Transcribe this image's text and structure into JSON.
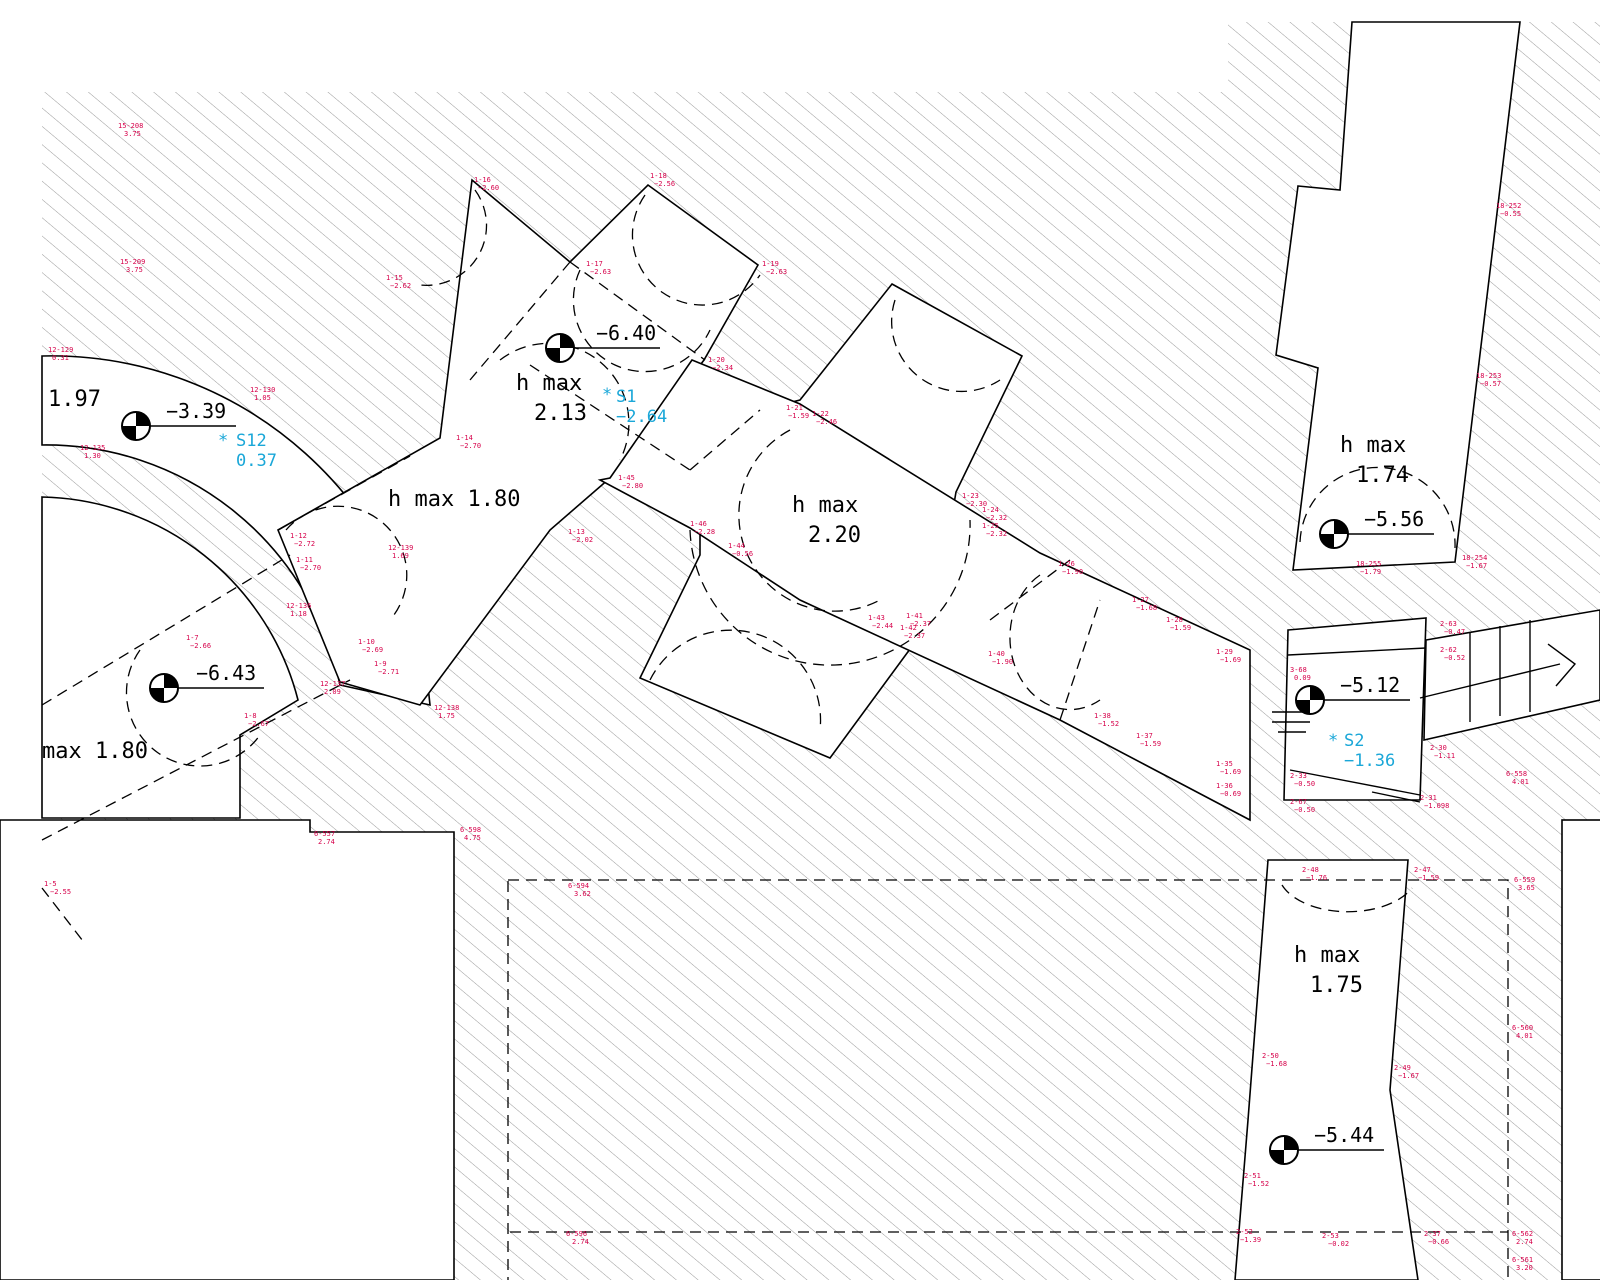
{
  "colors": {
    "hatch": "#9a9a9a",
    "lines": "#000000",
    "survey_points": "#d6004a",
    "station_labels": "#1aa7d8"
  },
  "height_labels": {
    "left_arc": "1.97",
    "left_bottom": "max  1.80",
    "center_left": "h  max  1.80",
    "chamber_1_h": "h  max",
    "chamber_1_v": "2.13",
    "chamber_2_h": "h  max",
    "chamber_2_v": "2.20",
    "right_top_h": "h  max",
    "right_top_v": "1.74",
    "right_bottom_h": "h  max",
    "right_bottom_v": "1.75"
  },
  "benchmarks": [
    {
      "id": "bm-1",
      "value": "−6.40"
    },
    {
      "id": "bm-2",
      "value": "−3.39"
    },
    {
      "id": "bm-3",
      "value": "−6.43"
    },
    {
      "id": "bm-4",
      "value": "−5.56"
    },
    {
      "id": "bm-5",
      "value": "−5.12"
    },
    {
      "id": "bm-6",
      "value": "−5.44"
    }
  ],
  "stations": [
    {
      "id": "S1",
      "name": "S1",
      "value": "−2.64"
    },
    {
      "id": "S12",
      "name": "S12",
      "value": "0.37"
    },
    {
      "id": "S2",
      "name": "S2",
      "value": "−1.36"
    }
  ],
  "survey_points": [
    {
      "id": "15-208",
      "elev": "3.75"
    },
    {
      "id": "15-209",
      "elev": "3.75"
    },
    {
      "id": "12-129",
      "elev": "0.31"
    },
    {
      "id": "12-130",
      "elev": "1.05"
    },
    {
      "id": "12-135",
      "elev": "1.30"
    },
    {
      "id": "1-16",
      "elev": "−2.60"
    },
    {
      "id": "1-18",
      "elev": "−2.56"
    },
    {
      "id": "1-15",
      "elev": "−2.62"
    },
    {
      "id": "1-17",
      "elev": "−2.63"
    },
    {
      "id": "1-19",
      "elev": "−2.63"
    },
    {
      "id": "1-20",
      "elev": "−2.34"
    },
    {
      "id": "1-14",
      "elev": "−2.70"
    },
    {
      "id": "1-45",
      "elev": "−2.80"
    },
    {
      "id": "1-13",
      "elev": "−2.02"
    },
    {
      "id": "1-12",
      "elev": "−2.72"
    },
    {
      "id": "1-11",
      "elev": "−2.70"
    },
    {
      "id": "12-139",
      "elev": "1.69"
    },
    {
      "id": "12-136",
      "elev": "1.18"
    },
    {
      "id": "1-10",
      "elev": "−2.69"
    },
    {
      "id": "1-9",
      "elev": "−2.71"
    },
    {
      "id": "12-137",
      "elev": "2.09"
    },
    {
      "id": "12-138",
      "elev": "1.75"
    },
    {
      "id": "1-7",
      "elev": "−2.66"
    },
    {
      "id": "1-8",
      "elev": "−2.67"
    },
    {
      "id": "1-5",
      "elev": "−2.55"
    },
    {
      "id": "1-22",
      "elev": "−2.46"
    },
    {
      "id": "1-21",
      "elev": "−1.59"
    },
    {
      "id": "1-46",
      "elev": "−2.28"
    },
    {
      "id": "1-44",
      "elev": "−0.56"
    },
    {
      "id": "1-43",
      "elev": "−2.44"
    },
    {
      "id": "1-41",
      "elev": "−2.37"
    },
    {
      "id": "1-42",
      "elev": "−2.37"
    },
    {
      "id": "1-23",
      "elev": "−2.30"
    },
    {
      "id": "1-24",
      "elev": "−2.32"
    },
    {
      "id": "1-25",
      "elev": "−2.32"
    },
    {
      "id": "1-26",
      "elev": "−1.90"
    },
    {
      "id": "1-27",
      "elev": "−1.68"
    },
    {
      "id": "1-28",
      "elev": "−1.59"
    },
    {
      "id": "1-29",
      "elev": "−1.69"
    },
    {
      "id": "1-40",
      "elev": "−1.90"
    },
    {
      "id": "1-38",
      "elev": "−1.52"
    },
    {
      "id": "1-37",
      "elev": "−1.59"
    },
    {
      "id": "1-35",
      "elev": "−1.69"
    },
    {
      "id": "1-36",
      "elev": "−0.69"
    },
    {
      "id": "6-557",
      "elev": "2.74"
    },
    {
      "id": "6-598",
      "elev": "4.75"
    },
    {
      "id": "6-594",
      "elev": "3.62"
    },
    {
      "id": "6-596",
      "elev": "2.74"
    },
    {
      "id": "3-68",
      "elev": "0.09"
    },
    {
      "id": "2-62",
      "elev": "−0.52"
    },
    {
      "id": "2-63",
      "elev": "−0.47"
    },
    {
      "id": "2-30",
      "elev": "−1.11"
    },
    {
      "id": "2-33",
      "elev": "−0.50"
    },
    {
      "id": "2-31",
      "elev": "−1.098"
    },
    {
      "id": "2-67",
      "elev": "−0.50"
    },
    {
      "id": "2-48",
      "elev": "−1.76"
    },
    {
      "id": "2-47",
      "elev": "−1.59"
    },
    {
      "id": "2-50",
      "elev": "−1.68"
    },
    {
      "id": "2-49",
      "elev": "−1.67"
    },
    {
      "id": "2-51",
      "elev": "−1.52"
    },
    {
      "id": "2-52",
      "elev": "−1.39"
    },
    {
      "id": "2-53",
      "elev": "−0.02"
    },
    {
      "id": "2-37",
      "elev": "−0.66"
    },
    {
      "id": "18-252",
      "elev": "−0.55"
    },
    {
      "id": "18-253",
      "elev": "−0.57"
    },
    {
      "id": "18-254",
      "elev": "−1.67"
    },
    {
      "id": "18-255",
      "elev": "−1.79"
    },
    {
      "id": "6-558",
      "elev": "4.01"
    },
    {
      "id": "6-559",
      "elev": "3.65"
    },
    {
      "id": "6-560",
      "elev": "4.01"
    },
    {
      "id": "6-562",
      "elev": "2.74"
    },
    {
      "id": "6-561",
      "elev": "3.20"
    }
  ]
}
